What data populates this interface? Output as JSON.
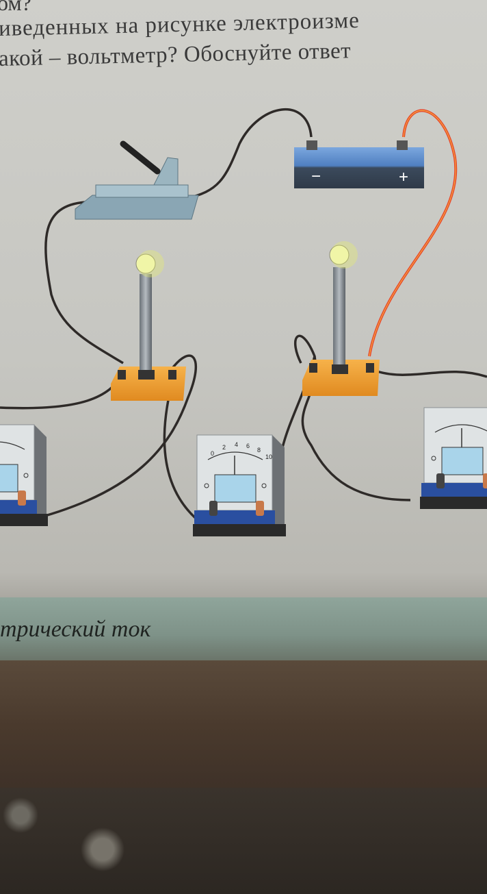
{
  "text_lines": [
    "ом?",
    "иведенных на рисунке электроизме",
    "акой – вольтметр? Обоснуйте ответ"
  ],
  "caption": "трический ток",
  "battery": {
    "minus": "−",
    "plus": "+"
  },
  "meter_scale": [
    "0",
    "2",
    "4",
    "6",
    "8",
    "10"
  ],
  "colors": {
    "wire": "#2e2a28",
    "red_wire": "#e8452a",
    "battery": "#5a86c4",
    "base": "#f0a23a"
  }
}
